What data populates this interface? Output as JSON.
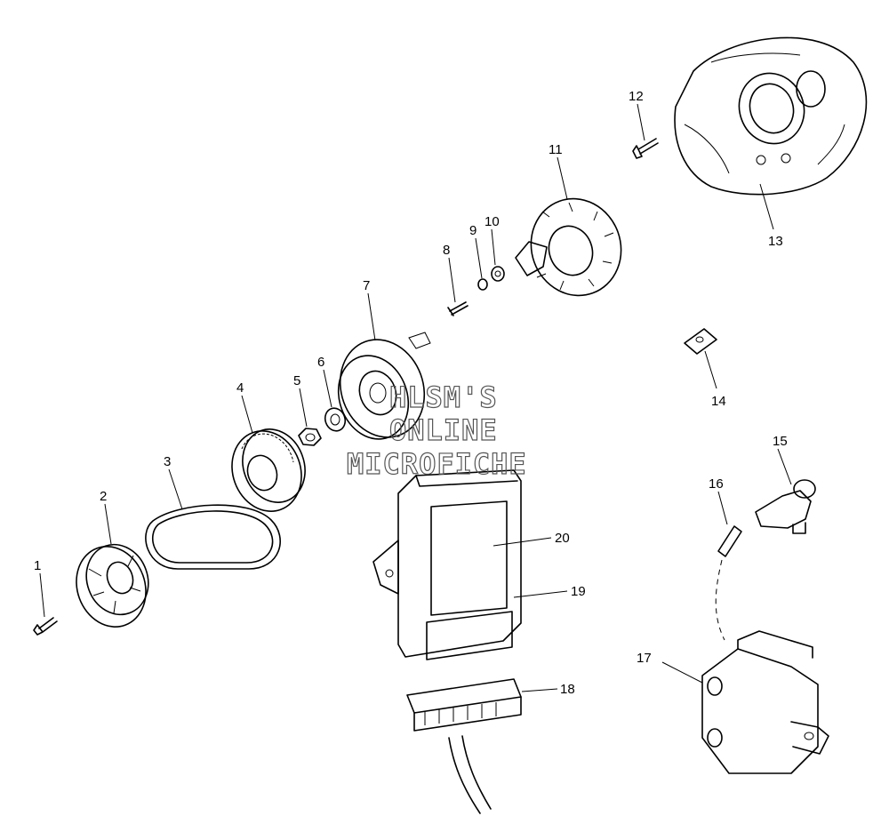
{
  "watermark": {
    "line1": "HLSM'S",
    "line2": "ONLINE",
    "line3": "MICROFICHE"
  },
  "callouts": {
    "c1": "1",
    "c2": "2",
    "c3": "3",
    "c4": "4",
    "c5": "5",
    "c6": "6",
    "c7": "7",
    "c8": "8",
    "c9": "9",
    "c10": "10",
    "c11": "11",
    "c12": "12",
    "c13": "13",
    "c14": "14",
    "c15": "15",
    "c16": "16",
    "c17": "17",
    "c18": "18",
    "c19": "19",
    "c20": "20"
  }
}
